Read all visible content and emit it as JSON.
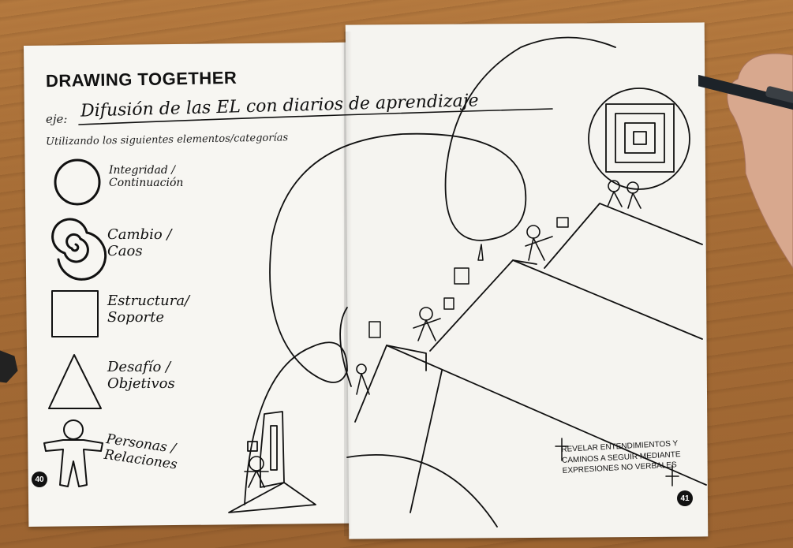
{
  "scene": {
    "description_free": true,
    "background_color": "#a8703a",
    "paper_color": "#f7f6f2",
    "ink_color": "#111111"
  },
  "left_page": {
    "title": "DRAWING TOGETHER",
    "eje_prefix": "eje:",
    "eje_text": "Difusión de las EL con diarios de aprendizaje",
    "subtitle": "Utilizando los siguientes elementos/categorías",
    "legend": [
      {
        "icon": "circle-icon",
        "line1": "Integridad /",
        "line2": "Continuación"
      },
      {
        "icon": "spiral-icon",
        "line1": "Cambio /",
        "line2": "Caos"
      },
      {
        "icon": "square-icon",
        "line1": "Estructura/",
        "line2": "Soporte"
      },
      {
        "icon": "triangle-icon",
        "line1": "Desafío /",
        "line2": "Objetivos"
      },
      {
        "icon": "person-icon",
        "line1": "Personas /",
        "line2": "Relaciones"
      }
    ],
    "page_number": "40"
  },
  "right_page": {
    "note_lines": [
      "REVELAR ENTENDIMIENTOS Y",
      "CAMINOS A SEGUIR MEDIANTE",
      "EXPRESIONES NO VERBALES"
    ],
    "page_number": "41"
  }
}
